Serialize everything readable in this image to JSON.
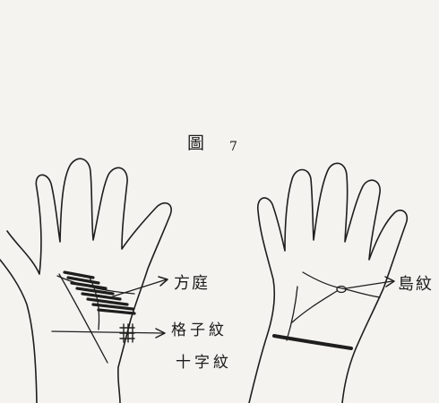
{
  "figure": {
    "title": "圖",
    "number": "7"
  },
  "labels": {
    "quadrangle": "方庭",
    "grille": "格子紋",
    "cross": "十字紋",
    "island": "島紋"
  }
}
